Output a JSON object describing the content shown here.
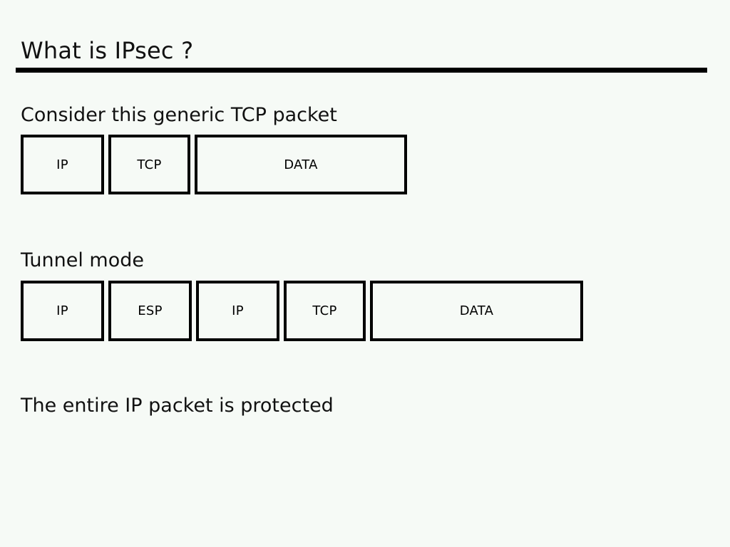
{
  "slide": {
    "title": "What is IPsec ?",
    "background_color": "#f6faf6",
    "text_color": "#000000",
    "rule_color": "#000000"
  },
  "sections": [
    {
      "caption": "Consider this generic TCP packet",
      "diagram_name": "generic-tcp-packet",
      "fields": [
        {
          "label": "IP"
        },
        {
          "label": "TCP"
        },
        {
          "label": "DATA"
        }
      ]
    },
    {
      "caption": "Tunnel mode",
      "diagram_name": "tunnel-mode-packet",
      "fields": [
        {
          "label": "IP"
        },
        {
          "label": "ESP"
        },
        {
          "label": "IP"
        },
        {
          "label": "TCP"
        },
        {
          "label": "DATA"
        }
      ]
    }
  ],
  "footnote": "The entire IP packet is protected"
}
